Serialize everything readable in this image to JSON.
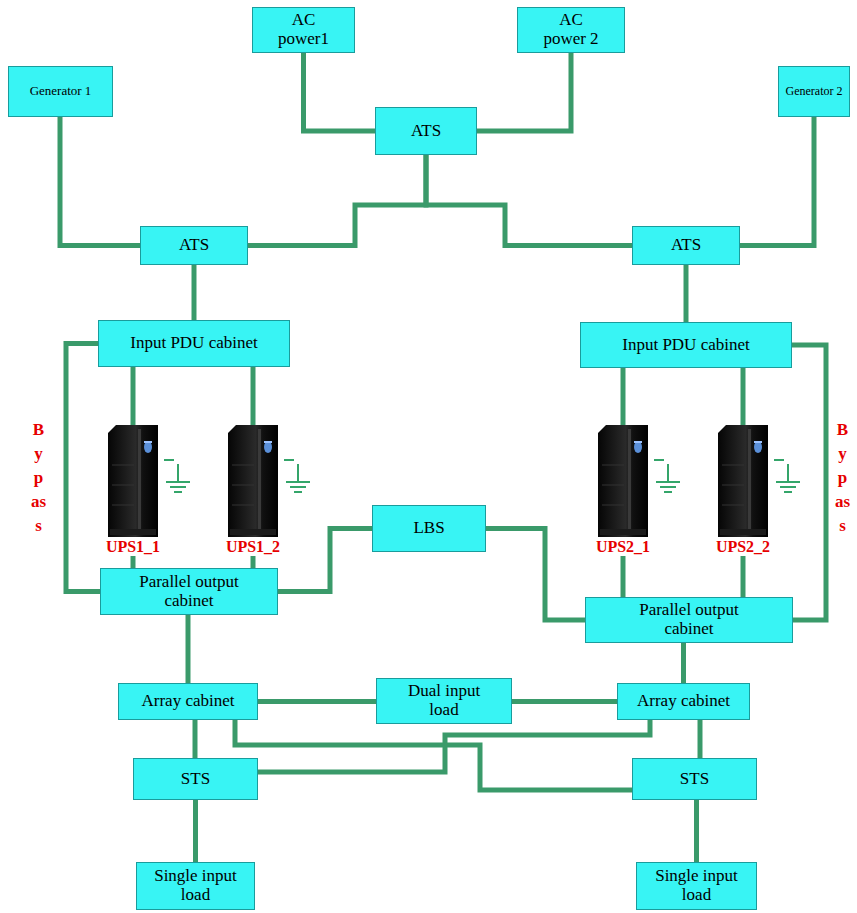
{
  "diagram": {
    "nodes": [
      {
        "text": [
          "AC power1"
        ]
      },
      {
        "text": [
          "AC power 2"
        ]
      },
      {
        "text": [
          "Generator 1"
        ]
      },
      {
        "text": [
          "ATS"
        ]
      },
      {
        "text": [
          "Generator 2"
        ]
      },
      {
        "text": [
          "ATS"
        ]
      },
      {
        "text": [
          "ATS"
        ]
      },
      {
        "text": [
          "Input PDU cabinet"
        ]
      },
      {
        "text": [
          "Input PDU cabinet"
        ]
      },
      {
        "text": [
          "UPS1_1"
        ]
      },
      {
        "text": [
          "UPS1_2"
        ]
      },
      {
        "text": [
          "LBS"
        ]
      },
      {
        "text": [
          "UPS2_1"
        ]
      },
      {
        "text": [
          "UPS2_2"
        ]
      },
      {
        "text": [
          "Parallel output cabinet"
        ]
      },
      {
        "text": [
          "Parallel output cabinet"
        ]
      },
      {
        "text": [
          "Array cabinet"
        ]
      },
      {
        "text": [
          "Dual input load"
        ]
      },
      {
        "text": [
          "Array cabinet"
        ]
      },
      {
        "text": [
          "STS"
        ]
      },
      {
        "text": [
          "STS"
        ]
      },
      {
        "text": [
          "Single input load"
        ]
      },
      {
        "text": [
          "Single input load"
        ]
      }
    ],
    "edges": [
      {
        "from": 0,
        "to": 3,
        "arrow": "none"
      },
      {
        "from": 1,
        "to": 3,
        "arrow": "none"
      },
      {
        "from": 3,
        "to": 5,
        "arrow": "none"
      },
      {
        "from": 3,
        "to": 6,
        "arrow": "none"
      },
      {
        "from": 2,
        "to": 5,
        "arrow": "none"
      },
      {
        "from": 4,
        "to": 6,
        "arrow": "none"
      },
      {
        "from": 5,
        "to": 7,
        "arrow": "none"
      },
      {
        "from": 6,
        "to": 8,
        "arrow": "none"
      },
      {
        "from": 7,
        "to": 9,
        "arrow": "none"
      },
      {
        "from": 7,
        "to": 10,
        "arrow": "none"
      },
      {
        "from": 8,
        "to": 12,
        "arrow": "none"
      },
      {
        "from": 8,
        "to": 13,
        "arrow": "none"
      },
      {
        "from": 7,
        "to": 14,
        "arrow": "none"
      },
      {
        "from": 8,
        "to": 15,
        "arrow": "none"
      },
      {
        "from": 9,
        "to": 14,
        "arrow": "none"
      },
      {
        "from": 10,
        "to": 14,
        "arrow": "none"
      },
      {
        "from": 12,
        "to": 15,
        "arrow": "none"
      },
      {
        "from": 13,
        "to": 15,
        "arrow": "none"
      },
      {
        "from": 14,
        "to": 11,
        "arrow": "none"
      },
      {
        "from": 11,
        "to": 15,
        "arrow": "none"
      },
      {
        "from": 14,
        "to": 16,
        "arrow": "none"
      },
      {
        "from": 15,
        "to": 18,
        "arrow": "none"
      },
      {
        "from": 16,
        "to": 17,
        "arrow": "none"
      },
      {
        "from": 18,
        "to": 17,
        "arrow": "none"
      },
      {
        "from": 16,
        "to": 19,
        "arrow": "none"
      },
      {
        "from": 18,
        "to": 19,
        "arrow": "none"
      },
      {
        "from": 16,
        "to": 20,
        "arrow": "none"
      },
      {
        "from": 18,
        "to": 20,
        "arrow": "none"
      },
      {
        "from": 19,
        "to": 21,
        "arrow": "none"
      },
      {
        "from": 20,
        "to": 22,
        "arrow": "none"
      }
    ],
    "labels": [
      "Bypass",
      "Bypass"
    ]
  }
}
